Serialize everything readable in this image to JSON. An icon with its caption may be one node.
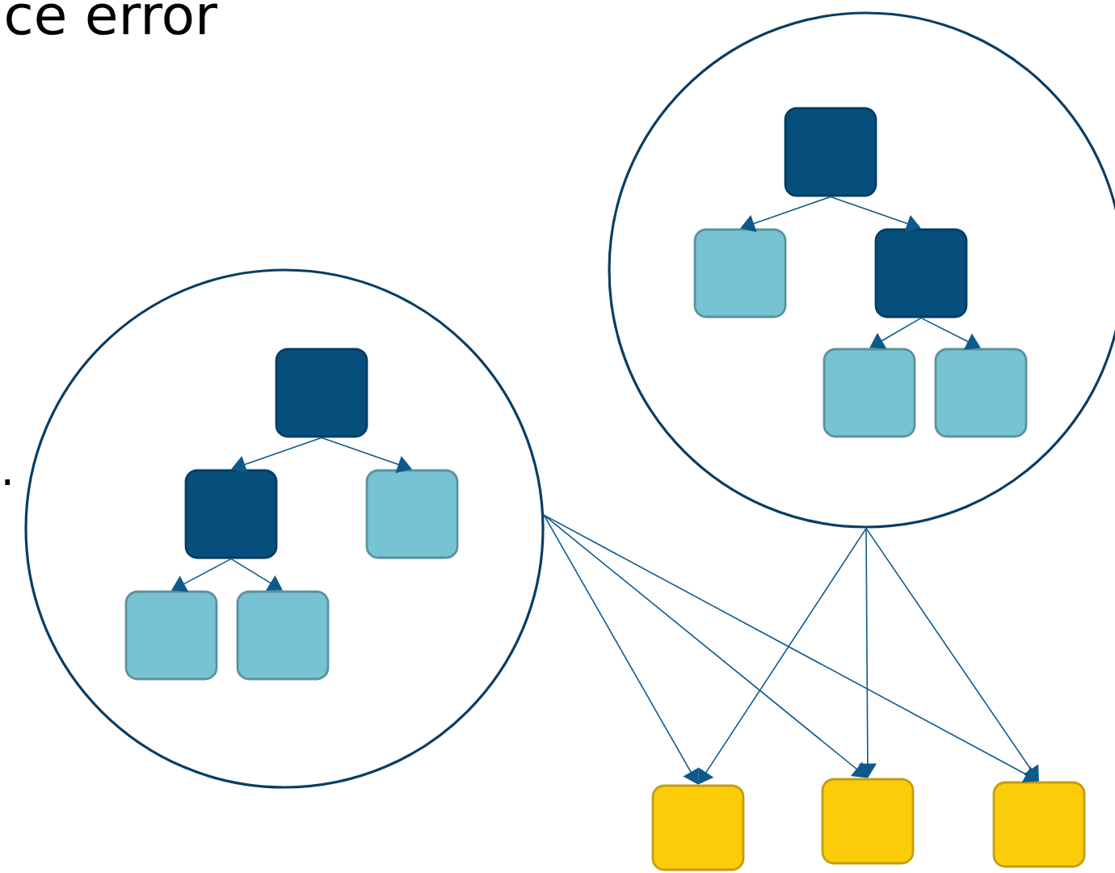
{
  "diagram": {
    "title": "ce error",
    "nodes": [
      {
        "text": [],
        "shape": "circle"
      },
      {
        "text": [],
        "shape": "box",
        "in": 0
      },
      {
        "text": [],
        "shape": "box",
        "in": 0
      },
      {
        "text": [],
        "shape": "box",
        "in": 0
      },
      {
        "text": [],
        "shape": "box",
        "in": 0
      },
      {
        "text": [],
        "shape": "box",
        "in": 0
      },
      {
        "text": [],
        "shape": "circle"
      },
      {
        "text": [],
        "shape": "box",
        "in": 6
      },
      {
        "text": [],
        "shape": "box",
        "in": 6
      },
      {
        "text": [],
        "shape": "box",
        "in": 6
      },
      {
        "text": [],
        "shape": "box",
        "in": 6
      },
      {
        "text": [],
        "shape": "box",
        "in": 6
      },
      {
        "text": [],
        "shape": "box"
      },
      {
        "text": [],
        "shape": "box"
      },
      {
        "text": [],
        "shape": "box"
      }
    ],
    "edges": [
      {
        "from": 1,
        "to": 2,
        "arrow": "to"
      },
      {
        "from": 1,
        "to": 3,
        "arrow": "to"
      },
      {
        "from": 2,
        "to": 4,
        "arrow": "to"
      },
      {
        "from": 2,
        "to": 5,
        "arrow": "to"
      },
      {
        "from": 7,
        "to": 8,
        "arrow": "to"
      },
      {
        "from": 7,
        "to": 9,
        "arrow": "to"
      },
      {
        "from": 9,
        "to": 10,
        "arrow": "to"
      },
      {
        "from": 9,
        "to": 11,
        "arrow": "to"
      },
      {
        "from": 0,
        "to": 12,
        "arrow": "to"
      },
      {
        "from": 0,
        "to": 13,
        "arrow": "to"
      },
      {
        "from": 0,
        "to": 14,
        "arrow": "to"
      },
      {
        "from": 6,
        "to": 12,
        "arrow": "to"
      },
      {
        "from": 6,
        "to": 13,
        "arrow": "to"
      },
      {
        "from": 6,
        "to": 14,
        "arrow": "to"
      }
    ],
    "labels": [
      "."
    ]
  }
}
